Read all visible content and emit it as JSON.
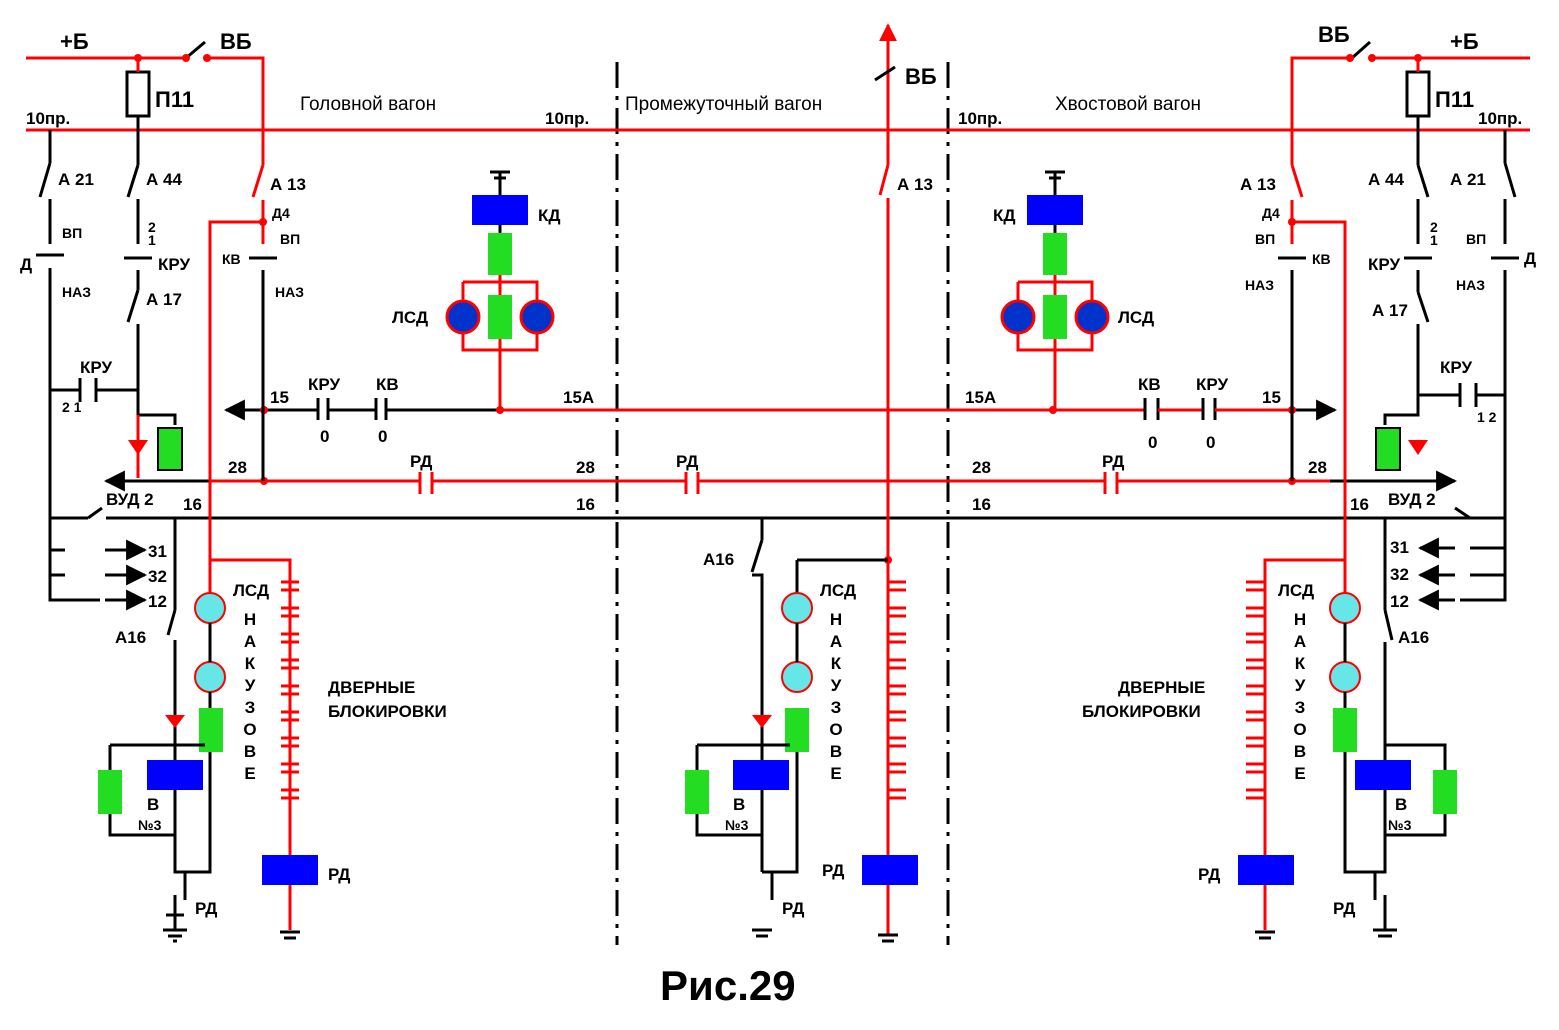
{
  "title": "Рис.29",
  "sections": [
    "Головной вагон",
    "Промежуточный вагон",
    "Хвостовой вагон"
  ],
  "wires": {
    "plus_b": "+Б",
    "w10": "10пр.",
    "w15": "15",
    "w15a": "15А",
    "w28": "28",
    "w16": "16",
    "w31": "31",
    "w32": "32",
    "w12": "12"
  },
  "labels": {
    "vb": "ВБ",
    "p11": "П11",
    "a21": "А 21",
    "a44": "А 44",
    "a13": "А 13",
    "a17": "А 17",
    "a16": "А16",
    "d4": "Д4",
    "vp": "ВП",
    "naz": "НАЗ",
    "d": "Д",
    "kv": "КВ",
    "kru": "КРУ",
    "kd": "КД",
    "lsd": "ЛСД",
    "rd": "РД",
    "vud2": "ВУД 2",
    "v": "В",
    "no3": "№3",
    "zero": "0",
    "n2": "2",
    "n1": "1",
    "n21": "2 1",
    "n12": "1 2",
    "door_line1": "ДВЕРНЫЕ",
    "door_line2": "БЛОКИРОВКИ",
    "na_kuzove": [
      "Н",
      "А",
      "К",
      "У",
      "З",
      "О",
      "В",
      "Е"
    ]
  },
  "colors": {
    "wire_red": "#ff0000",
    "wire_black": "#000000",
    "relay_blue": "#0000ff",
    "coil_green": "#22dd22",
    "lamp_cyan": "#66e6e6",
    "lamp_blue": "#0033cc"
  },
  "icons": [
    "switch-icon",
    "fuse-icon",
    "lamp-icon",
    "diode-icon",
    "ground-icon",
    "relay-coil-icon",
    "button-icon"
  ]
}
